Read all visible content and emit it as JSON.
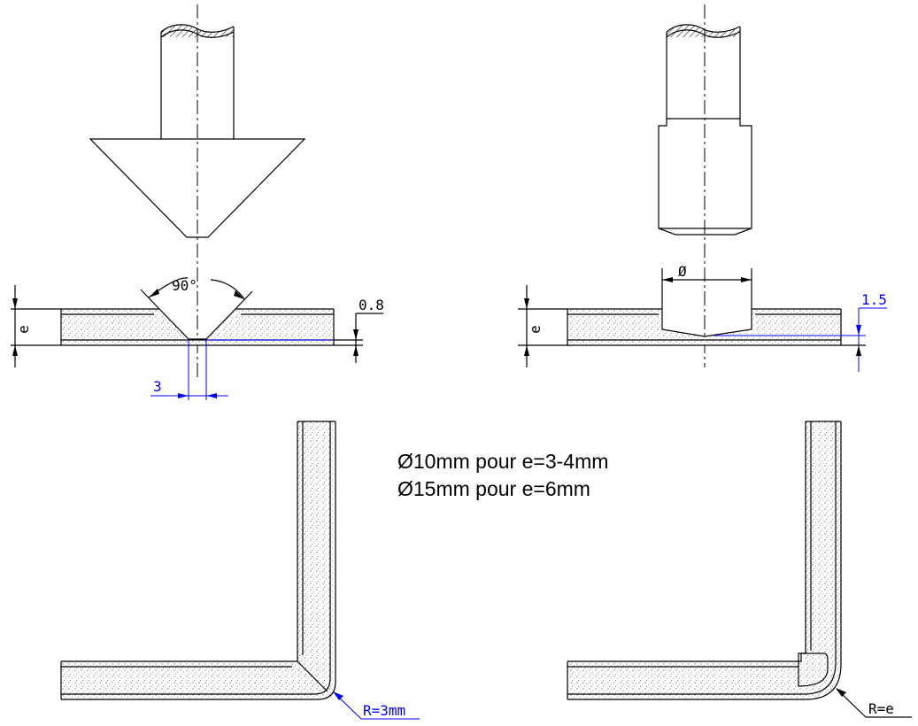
{
  "left_tool": {
    "angle_label": "90°",
    "thickness_label": "e",
    "remaining_label": "0.8",
    "width_label": "3"
  },
  "right_tool": {
    "diameter_label": "Ø",
    "thickness_label": "e",
    "remaining_label": "1.5"
  },
  "notes": {
    "line1": "Ø10mm pour e=3-4mm",
    "line2": "Ø15mm pour e=6mm"
  },
  "bottom_left": {
    "radius_label": "R=3mm"
  },
  "bottom_right": {
    "radius_label": "R=e"
  },
  "colors": {
    "dimension_blue": "#0000ff",
    "outline": "#000000",
    "panel_core": "#dcdcdc"
  }
}
